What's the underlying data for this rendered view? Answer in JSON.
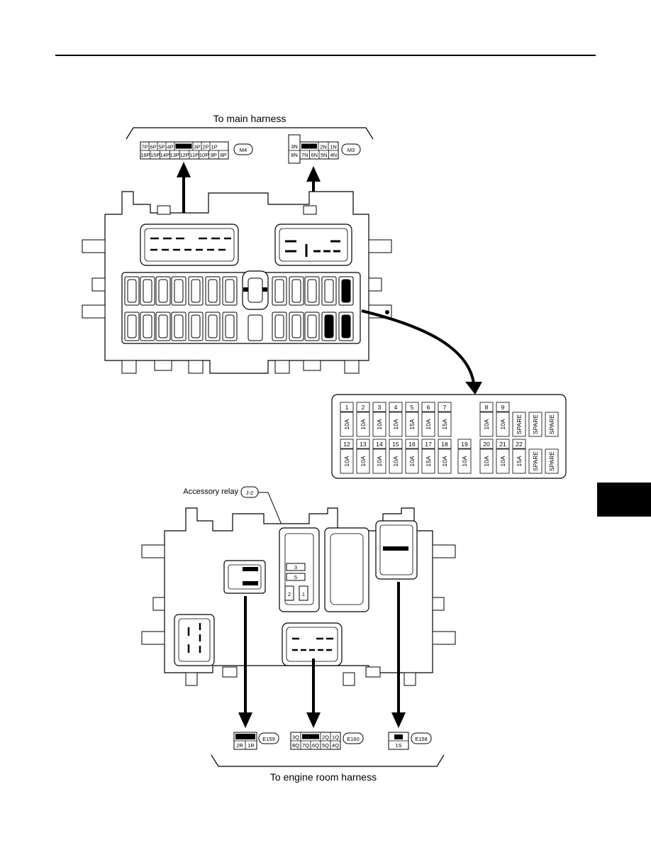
{
  "labels": {
    "top_harness": "To main harness",
    "bottom_harness": "To engine room harness",
    "accessory_relay": "Accessory relay"
  },
  "connectors": {
    "m4": {
      "id": "M4",
      "top_row": [
        "7P",
        "6P",
        "5P",
        "4P",
        "",
        "3P",
        "2P",
        "1P"
      ],
      "bottom_row": [
        "16P",
        "15P",
        "14P",
        "13P",
        "12P",
        "11P",
        "10P",
        "9P",
        "8P"
      ]
    },
    "m3": {
      "id": "M3",
      "side": [
        "3N",
        "8N"
      ],
      "top_row": [
        "",
        "2N",
        "1N"
      ],
      "bottom_row": [
        "7N",
        "6N",
        "5N",
        "4N"
      ]
    },
    "e159": {
      "id": "E159",
      "pins": [
        "2R",
        "1R"
      ]
    },
    "e160": {
      "id": "E160",
      "top_row": [
        "3Q",
        "",
        "2Q",
        "1Q"
      ],
      "bottom_row": [
        "8Q",
        "7Q",
        "6Q",
        "5Q",
        "4Q"
      ]
    },
    "e158": {
      "id": "E158",
      "pin": "1S"
    }
  },
  "relay": {
    "id": "J-2",
    "terminals": [
      "3",
      "5",
      "2",
      "1"
    ]
  },
  "fuses": {
    "top": [
      {
        "num": "1",
        "rating": "10A"
      },
      {
        "num": "2",
        "rating": "10A"
      },
      {
        "num": "3",
        "rating": "10A"
      },
      {
        "num": "4",
        "rating": "10A"
      },
      {
        "num": "5",
        "rating": "15A"
      },
      {
        "num": "6",
        "rating": "10A"
      },
      {
        "num": "7",
        "rating": "15A"
      },
      {
        "num": "8",
        "rating": "10A"
      },
      {
        "num": "9",
        "rating": "10A"
      },
      {
        "num": "",
        "rating": "SPARE"
      },
      {
        "num": "",
        "rating": "SPARE"
      },
      {
        "num": "",
        "rating": "SPARE"
      }
    ],
    "bottom": [
      {
        "num": "12",
        "rating": "10A"
      },
      {
        "num": "13",
        "rating": "10A"
      },
      {
        "num": "14",
        "rating": "10A"
      },
      {
        "num": "15",
        "rating": "10A"
      },
      {
        "num": "16",
        "rating": "10A"
      },
      {
        "num": "17",
        "rating": "15A"
      },
      {
        "num": "18",
        "rating": "10A"
      },
      {
        "num": "19",
        "rating": "10A"
      },
      {
        "num": "20",
        "rating": "10A"
      },
      {
        "num": "21",
        "rating": "10A"
      },
      {
        "num": "22",
        "rating": "15A"
      },
      {
        "num": "",
        "rating": "SPARE"
      },
      {
        "num": "",
        "rating": "SPARE"
      }
    ]
  }
}
